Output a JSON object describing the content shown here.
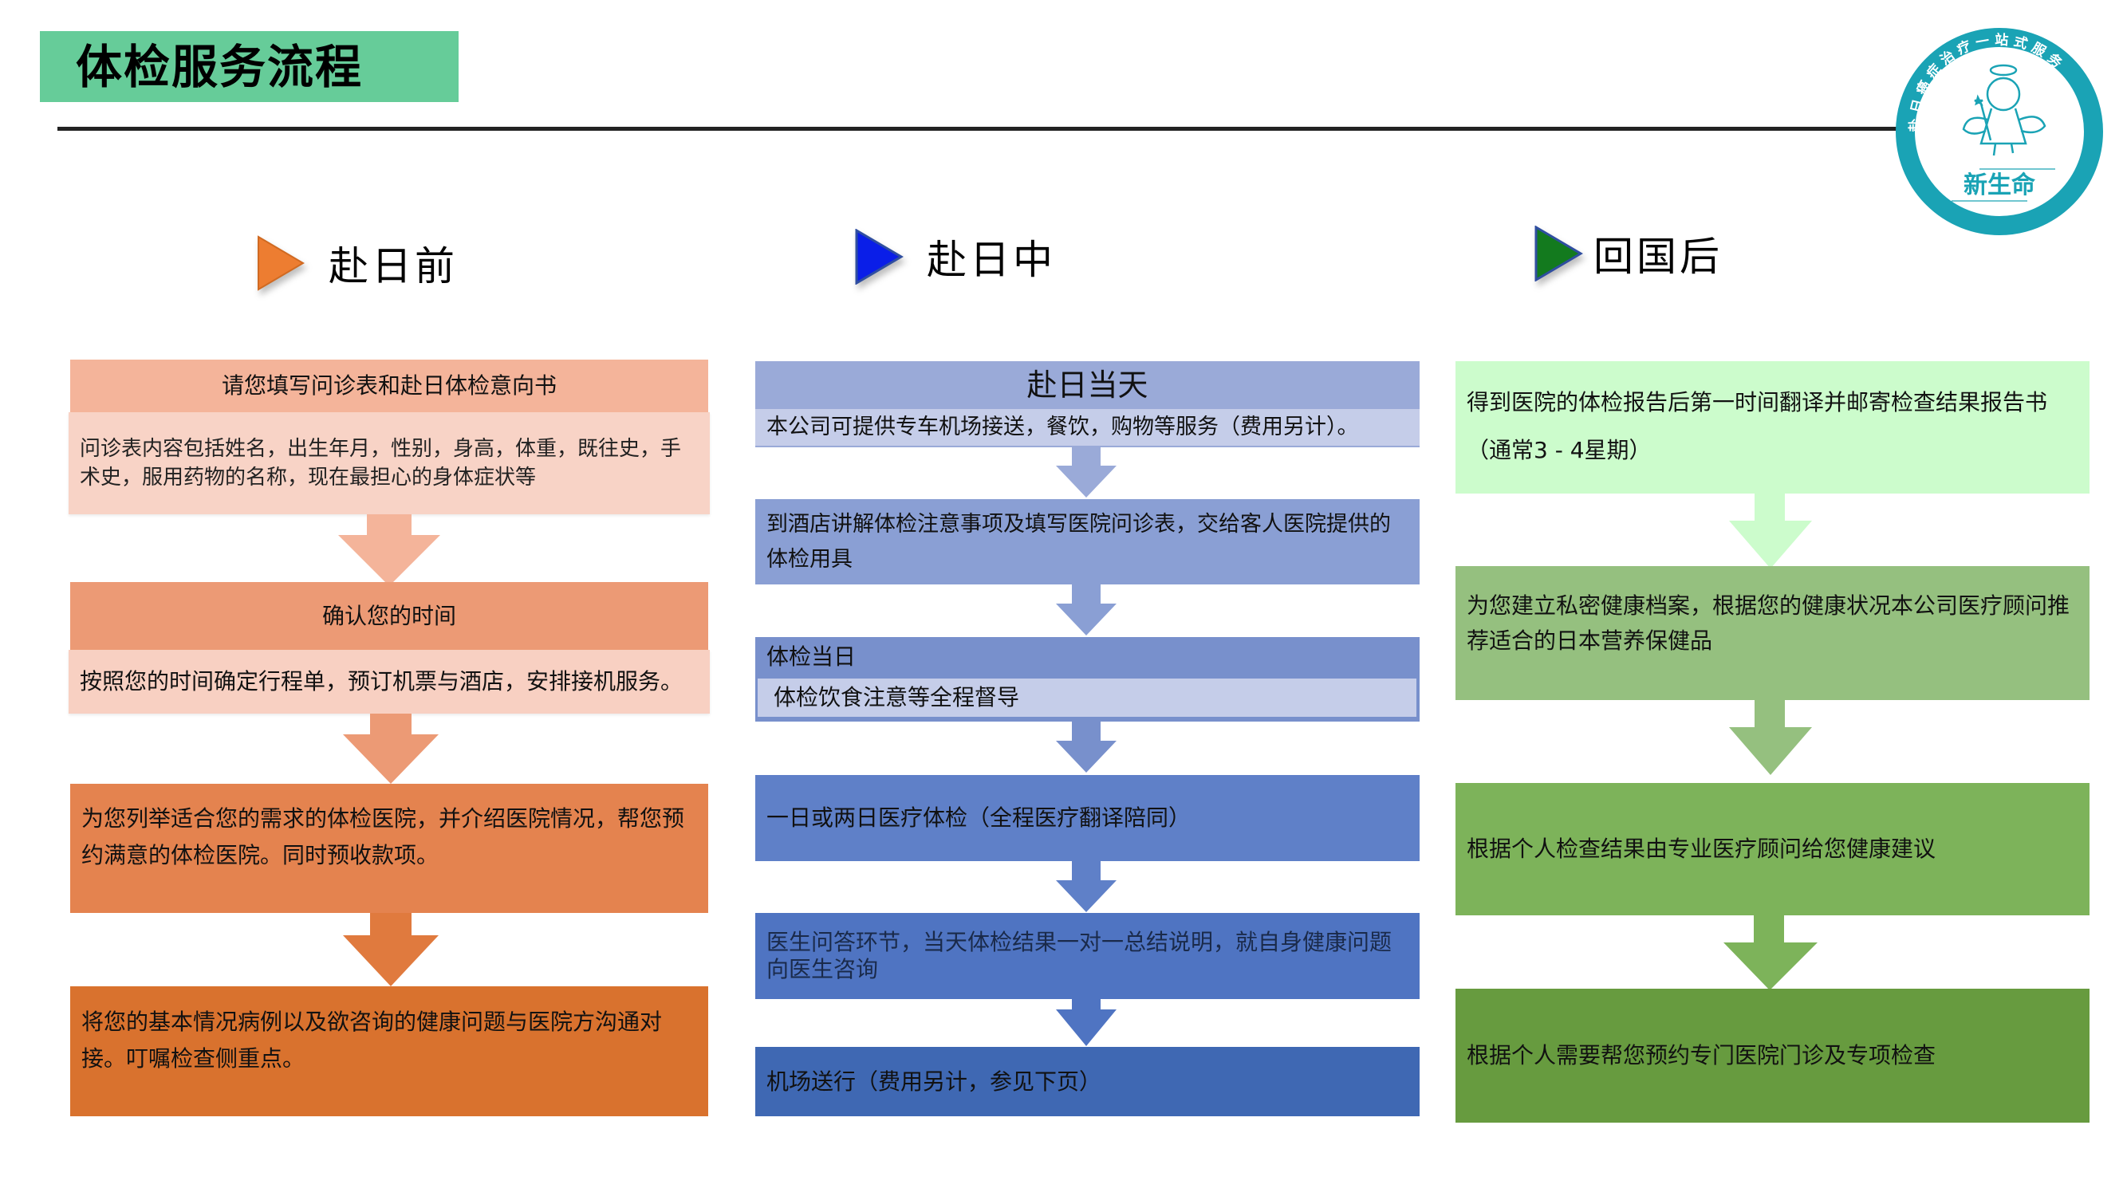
{
  "title": "体检服务流程",
  "logo": {
    "ring_text": "赴日癌症治疗一站式服务",
    "brand": "新生命",
    "color": "#1aa3b5"
  },
  "phases": [
    {
      "label": "赴日前",
      "icon": "triangle-right-icon",
      "icon_color": "#ed7d31",
      "steps": [
        {
          "title": "请您填写问诊表和赴日体检意向书",
          "detail": "问诊表内容包括姓名，出生年月，性别，身高，体重，既往史，手术史，服用药物的名称，现在最担心的身体症状等",
          "title_color": "#f4b49a",
          "detail_color": "#f8d3c6"
        },
        {
          "title": "确认您的时间",
          "detail": "按照您的时间确定行程单，预订机票与酒店，安排接机服务。",
          "title_color": "#ec9a75",
          "detail_color": "#f8d0c2"
        },
        {
          "text": "为您列举适合您的需求的体检医院，并介绍医院情况，帮您预约满意的体检医院。同时预收款项。",
          "color": "#e4834f"
        },
        {
          "text": "将您的基本情况病例以及欲咨询的健康问题与医院方沟通对接。叮嘱检查侧重点。",
          "color": "#d9722e"
        }
      ],
      "arrow_colors": [
        "#f4b49a",
        "#ec9a75",
        "#e07a3e"
      ]
    },
    {
      "label": "赴日中",
      "icon": "triangle-right-icon",
      "icon_color": "#0a1ee8",
      "steps": [
        {
          "title": "赴日当天",
          "detail": "本公司可提供专车机场接送，餐饮，购物等服务（费用另计）。",
          "title_color": "#9aaad8",
          "detail_color": "#c5cde9"
        },
        {
          "text": "到酒店讲解体检注意事项及填写医院问诊表，交给客人医院提供的体检用具",
          "color": "#8a9fd4"
        },
        {
          "title": "体检当日",
          "detail": "体检饮食注意等全程督导",
          "title_color": "#7890cc",
          "detail_color": "#c5cde9"
        },
        {
          "text": "一日或两日医疗体检（全程医疗翻译陪同）",
          "color": "#5f80c8"
        },
        {
          "text": "医生问答环节，当天体检结果一对一总结说明，就自身健康问题向医生咨询",
          "color": "#4f74c2"
        },
        {
          "text": "机场送行（费用另计，参见下页）",
          "color": "#3f68b3"
        }
      ],
      "arrow_colors": [
        "#9aaad8",
        "#8a9fd4",
        "#7890cc",
        "#5f80c8",
        "#4f74c2"
      ]
    },
    {
      "label": "回国后",
      "icon": "triangle-right-icon",
      "icon_color": "#137a1e",
      "steps": [
        {
          "text": "得到医院的体检报告后第一时间翻译并邮寄检查结果报告书",
          "subtext": "（通常3 - 4星期）",
          "color": "#ccfccc"
        },
        {
          "text": "为您建立私密健康档案，根据您的健康状况本公司医疗顾问推荐适合的日本营养保健品",
          "color": "#95c07f"
        },
        {
          "text": "根据个人检查结果由专业医疗顾问给您健康建议",
          "color": "#7db35a"
        },
        {
          "text": "根据个人需要帮您预约专门医院门诊及专项检查",
          "color": "#679b3f"
        }
      ],
      "arrow_colors": [
        "#ccfccc",
        "#95c07f",
        "#7db35a"
      ]
    }
  ]
}
